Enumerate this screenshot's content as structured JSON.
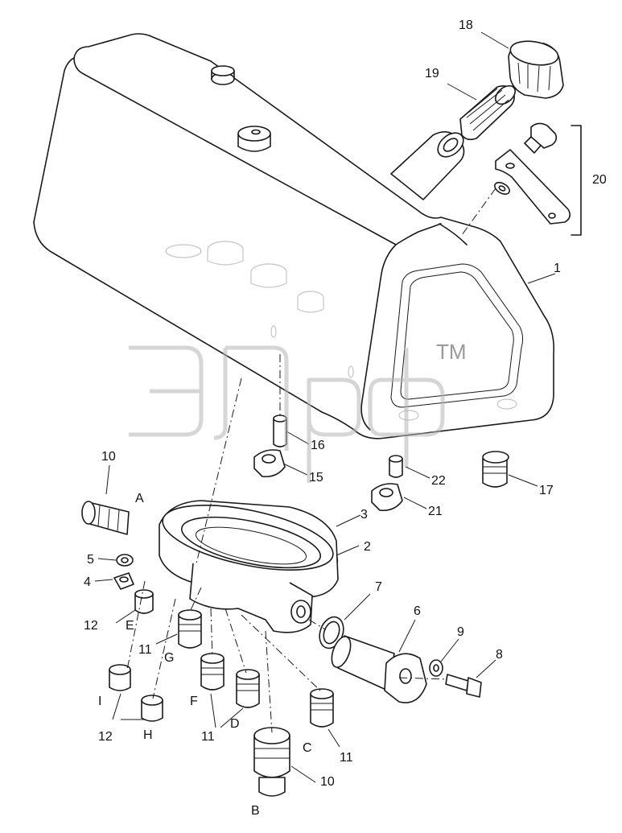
{
  "diagram": {
    "watermark": "ТМ",
    "callouts": [
      {
        "id": "c18",
        "text": "18"
      },
      {
        "id": "c19",
        "text": "19"
      },
      {
        "id": "c20",
        "text": "20"
      },
      {
        "id": "c1",
        "text": "1"
      },
      {
        "id": "c16",
        "text": "16"
      },
      {
        "id": "c15",
        "text": "15"
      },
      {
        "id": "c22",
        "text": "22"
      },
      {
        "id": "c21",
        "text": "21"
      },
      {
        "id": "c17",
        "text": "17"
      },
      {
        "id": "c10a",
        "text": "10"
      },
      {
        "id": "cA",
        "text": "A"
      },
      {
        "id": "c3",
        "text": "3"
      },
      {
        "id": "c2",
        "text": "2"
      },
      {
        "id": "c5",
        "text": "5"
      },
      {
        "id": "c4",
        "text": "4"
      },
      {
        "id": "c12a",
        "text": "12"
      },
      {
        "id": "cE",
        "text": "E"
      },
      {
        "id": "c11a",
        "text": "11"
      },
      {
        "id": "cG",
        "text": "G"
      },
      {
        "id": "c7",
        "text": "7"
      },
      {
        "id": "c6",
        "text": "6"
      },
      {
        "id": "c9",
        "text": "9"
      },
      {
        "id": "c8",
        "text": "8"
      },
      {
        "id": "cI",
        "text": "I"
      },
      {
        "id": "c12b",
        "text": "12"
      },
      {
        "id": "cH",
        "text": "H"
      },
      {
        "id": "cF",
        "text": "F"
      },
      {
        "id": "c11b",
        "text": "11"
      },
      {
        "id": "cD",
        "text": "D"
      },
      {
        "id": "cC",
        "text": "C"
      },
      {
        "id": "c11c",
        "text": "11"
      },
      {
        "id": "c10b",
        "text": "10"
      },
      {
        "id": "cB",
        "text": "B"
      }
    ]
  }
}
